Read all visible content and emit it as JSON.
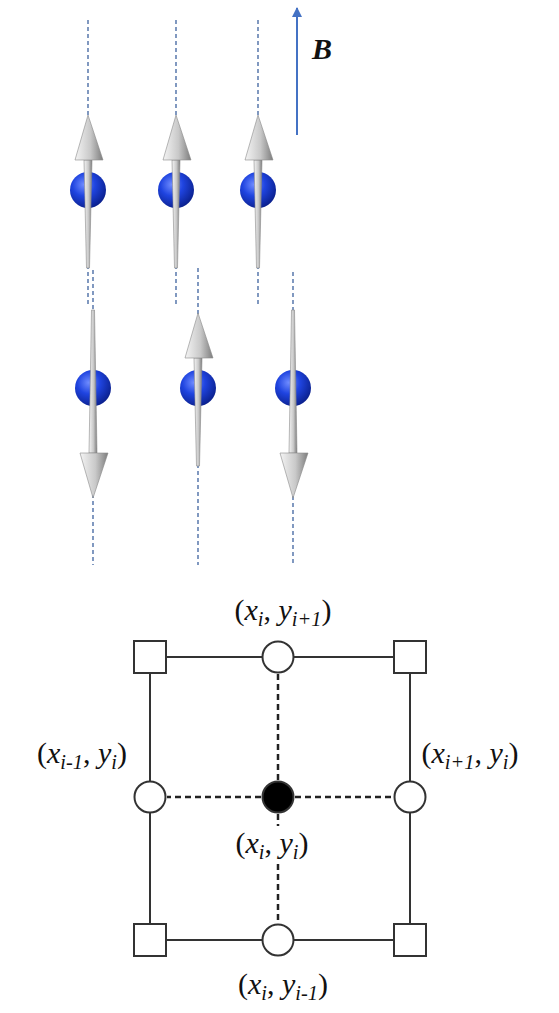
{
  "diagram": {
    "nodes": [
      {
        "text": [
          "(xi, yi+1)"
        ]
      },
      {
        "text": [
          "(xi-1, yi)"
        ]
      },
      {
        "text": [
          "(xi+1, yi)"
        ]
      },
      {
        "text": [
          "(xi, yi)"
        ]
      },
      {
        "text": [
          "(xi, yi-1)"
        ]
      }
    ],
    "edges": [
      {
        "from": 3,
        "to": 0,
        "arrow": "none"
      },
      {
        "from": 3,
        "to": 1,
        "arrow": "none"
      },
      {
        "from": 3,
        "to": 2,
        "arrow": "none"
      },
      {
        "from": 3,
        "to": 4,
        "arrow": "none"
      }
    ],
    "labels": [
      "B"
    ]
  }
}
